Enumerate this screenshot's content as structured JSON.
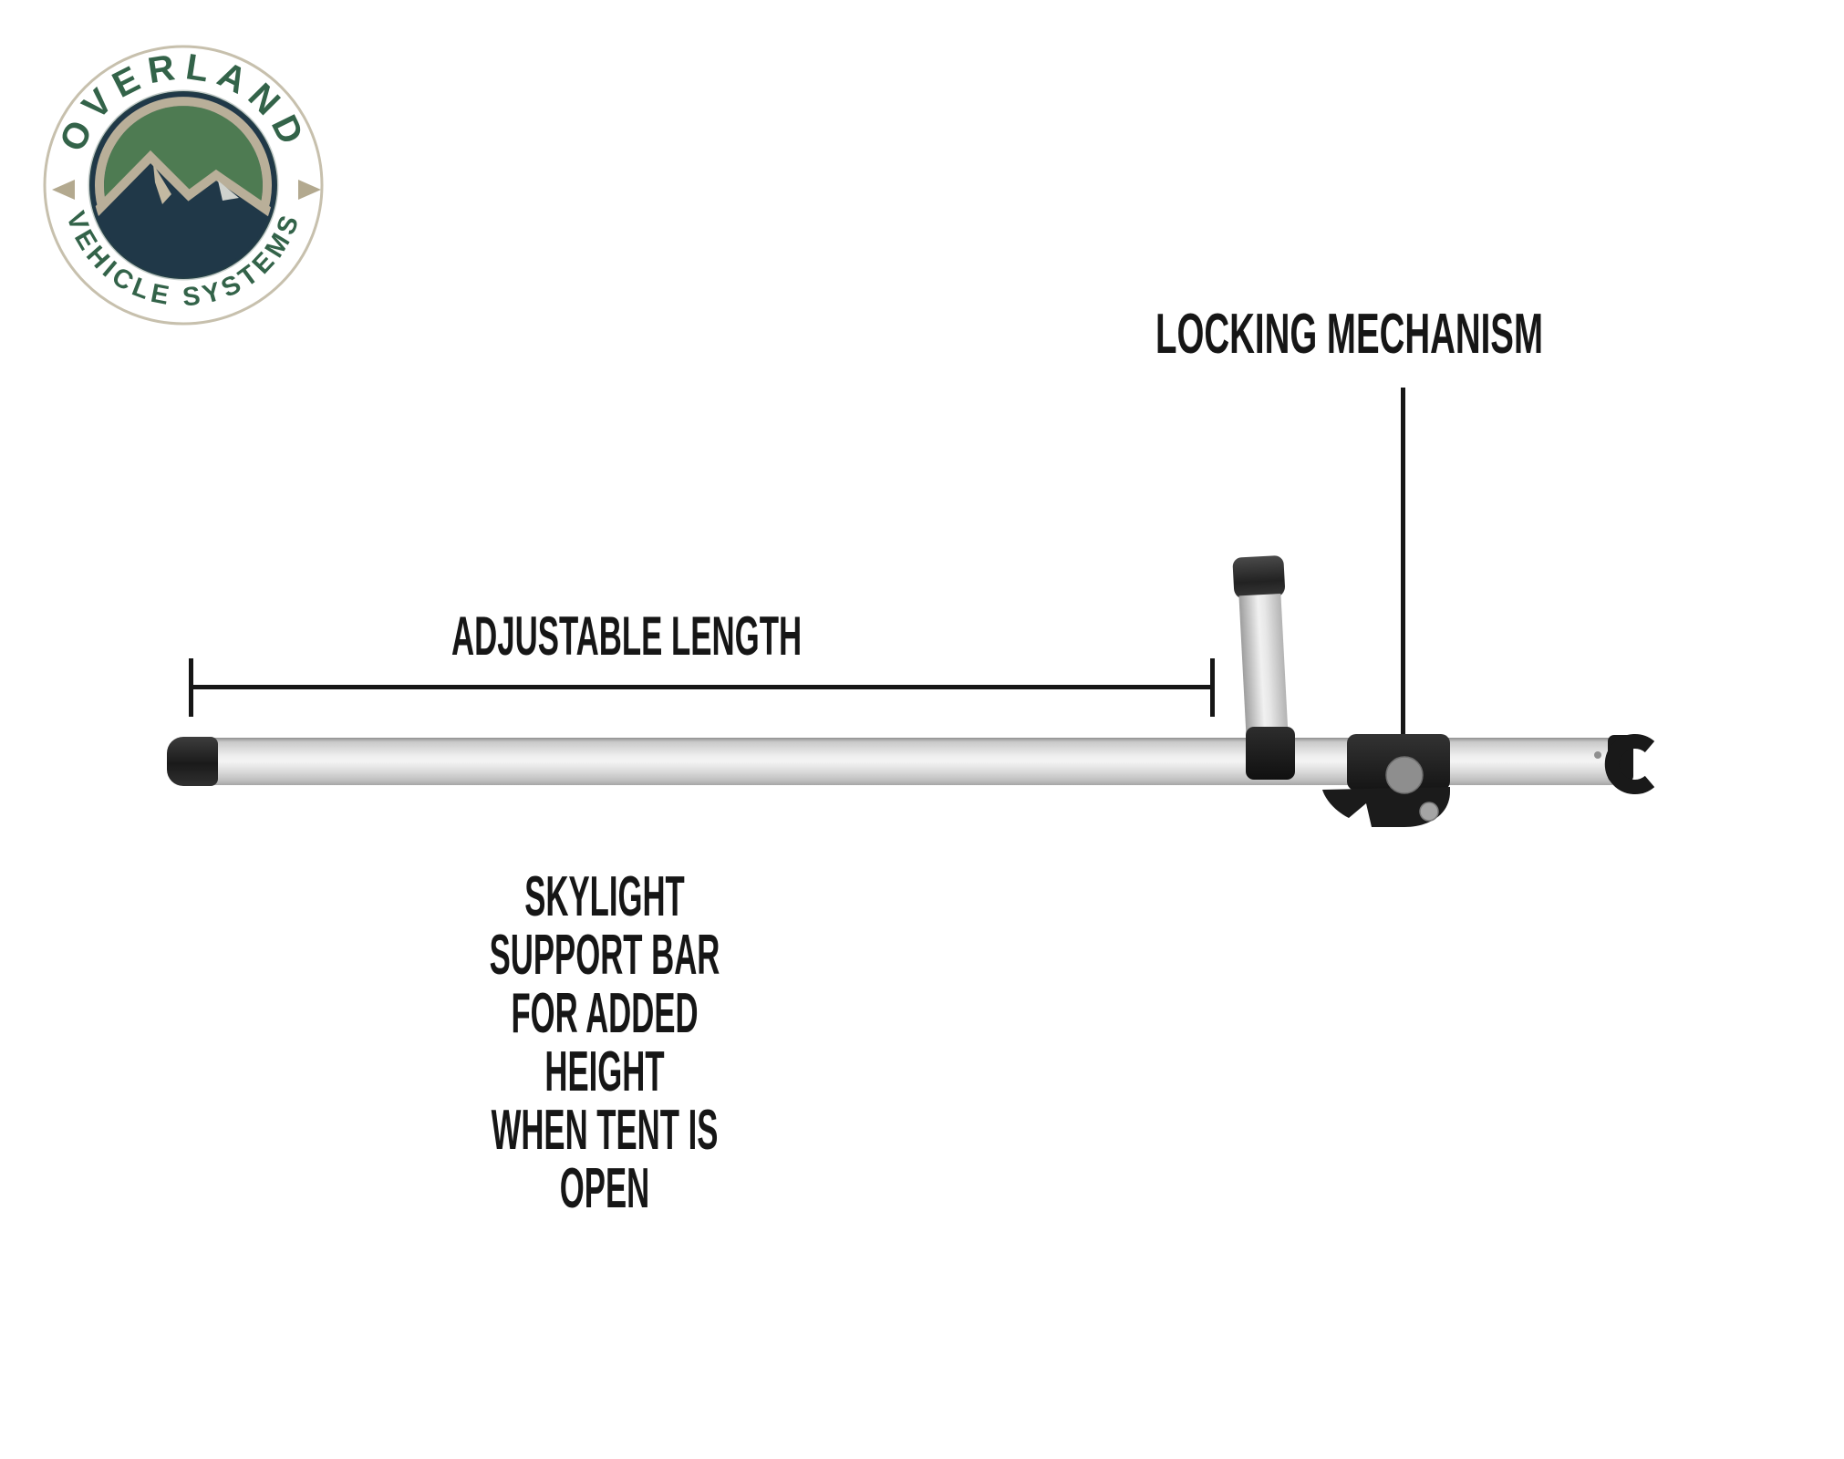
{
  "logo": {
    "text_top": "OVERLAND",
    "text_bottom": "VEHICLE SYSTEMS",
    "colors": {
      "text_green": "#336349",
      "emblem_navy": "#203848",
      "emblem_green": "#4e7b52",
      "emblem_tan": "#b9af99",
      "ring_border": "#c7c0ad"
    }
  },
  "callouts": {
    "locking_mechanism": "LOCKING MECHANISM",
    "adjustable_length": "ADJUSTABLE LENGTH",
    "description": {
      "line1": "SKYLIGHT SUPPORT BAR",
      "line2": "FOR ADDED HEIGHT",
      "line3": "WHEN TENT IS OPEN"
    }
  },
  "diagram": {
    "annotation_color": "#161616",
    "bar_silver": "#d9d9d9",
    "hardware_black": "#1b1b1b",
    "knob_gray": "#8e8e8e"
  }
}
